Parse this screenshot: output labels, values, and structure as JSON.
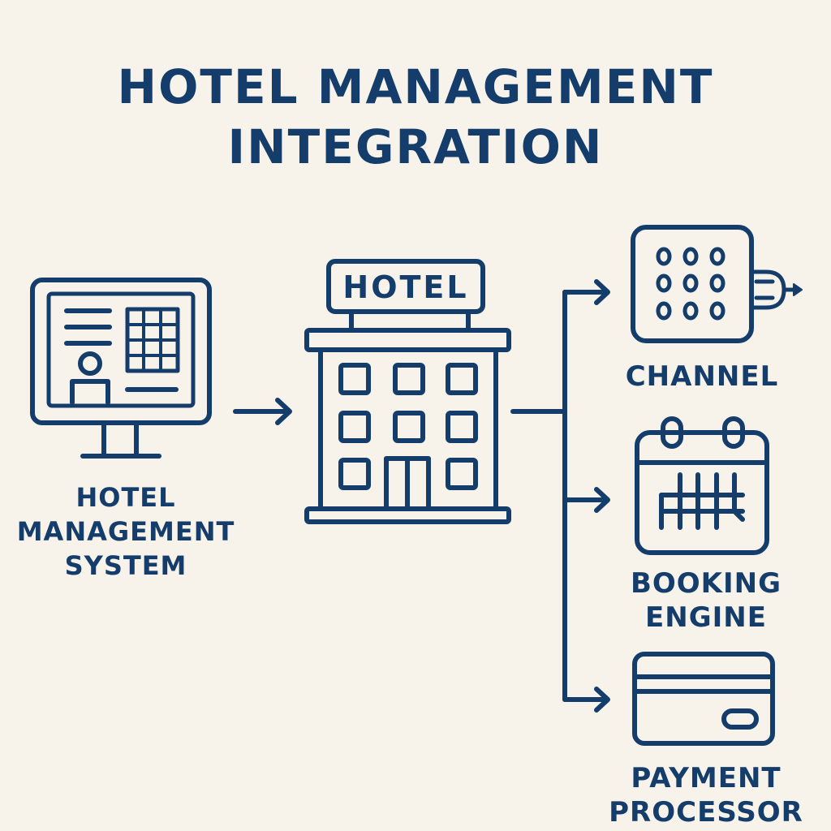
{
  "title": {
    "line1": "HOTEL MANAGEMENT",
    "line2": "INTEGRATION"
  },
  "nodes": {
    "hms": {
      "line1": "HOTEL",
      "line2": "MANAGEMENT",
      "line3": "SYSTEM",
      "icon": "computer-monitor-icon"
    },
    "hotel": {
      "sign": "HOTEL",
      "icon": "hotel-building-icon"
    },
    "channel": {
      "label": "CHANNEL",
      "icon": "channel-grid-icon"
    },
    "booking": {
      "line1": "BOOKING",
      "line2": "ENGINE",
      "icon": "calendar-icon"
    },
    "payment": {
      "line1": "PAYMENT",
      "line2": "PROCESSOR",
      "icon": "credit-card-icon"
    }
  },
  "colors": {
    "ink": "#143d6b",
    "background": "#f8f3ea"
  }
}
